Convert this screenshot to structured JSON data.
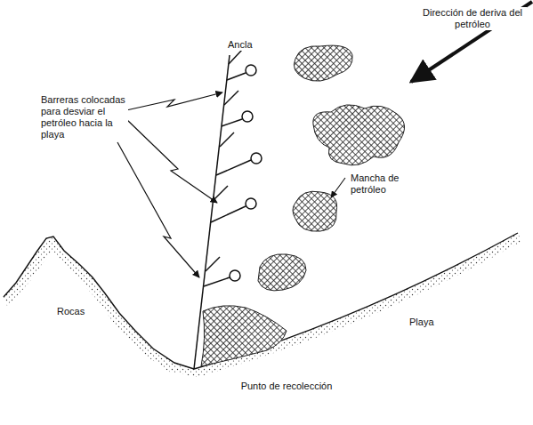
{
  "diagram": {
    "labels": [
      "Dirección de deriva del petróleo",
      "Ancla",
      "Barreras colocadas para desviar el petróleo hacia la playa",
      "Mancha de petróleo",
      "Rocas",
      "Playa",
      "Punto de recolección"
    ]
  }
}
